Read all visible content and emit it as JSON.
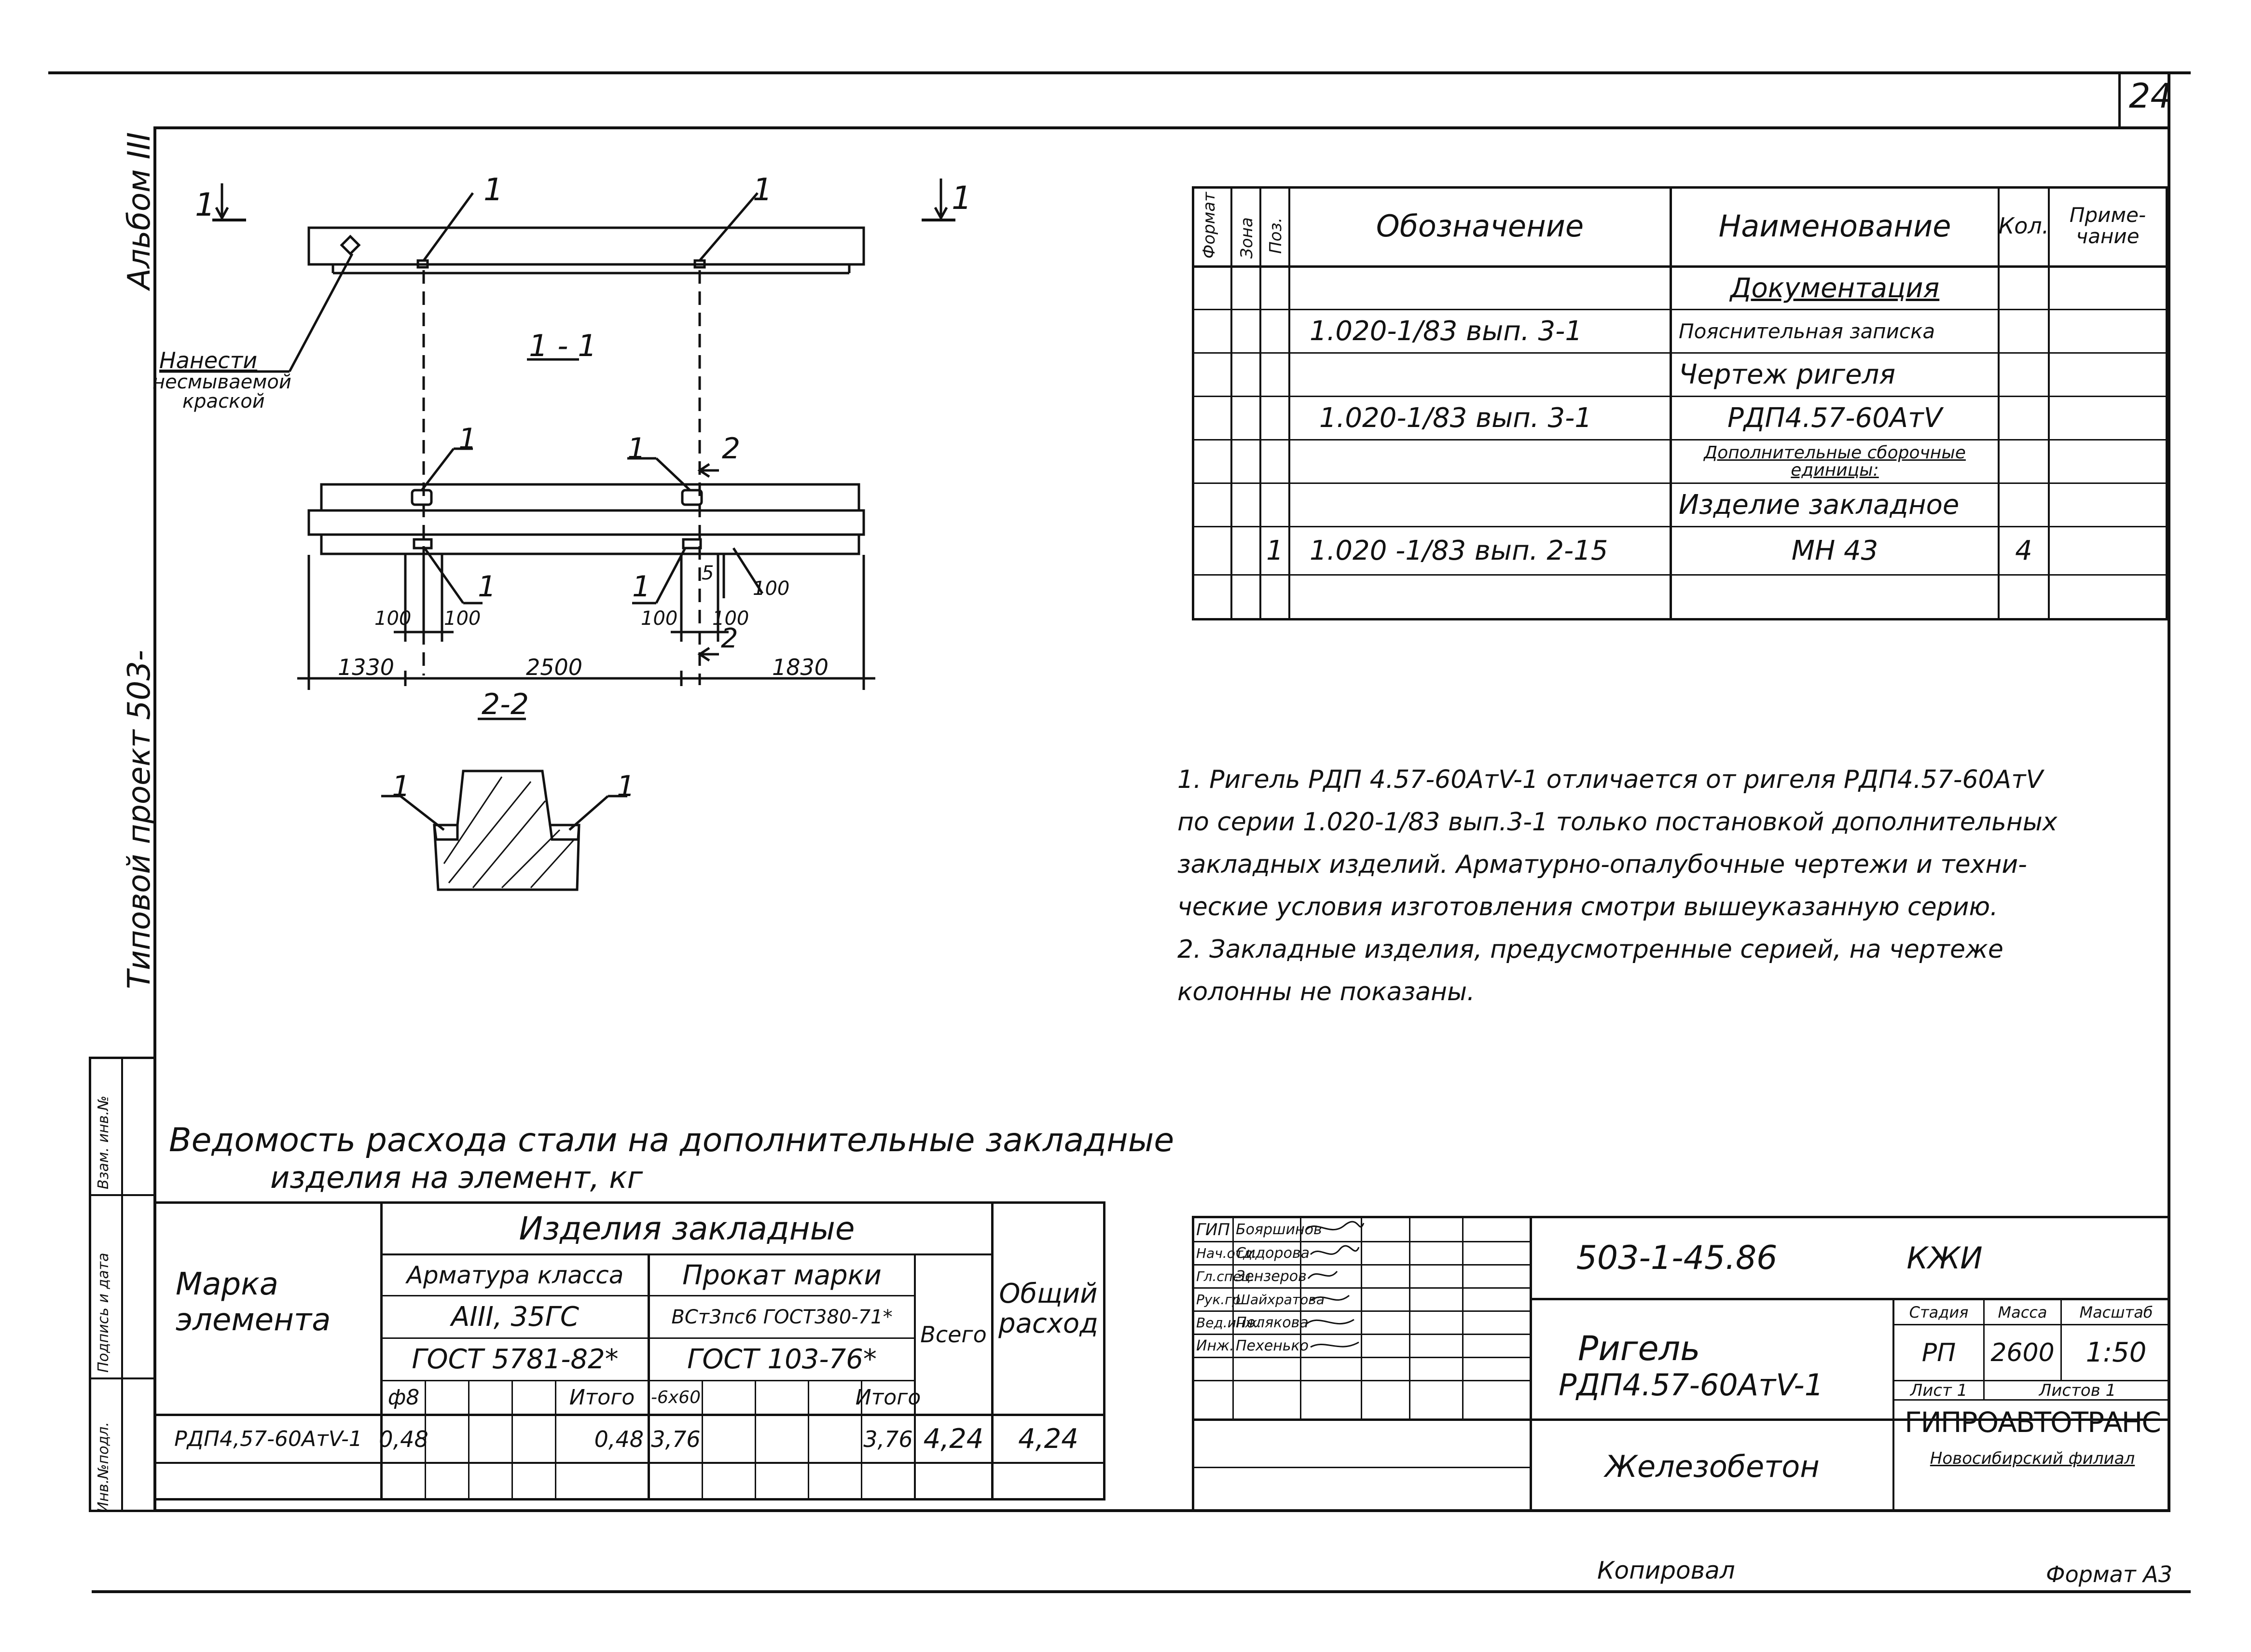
{
  "page_number": "24",
  "side_labels": {
    "album": "Альбом III",
    "typical_project": "Типовой проект 503-"
  },
  "stamp_side": [
    "Инв.№подл.",
    "Подпись и дата",
    "Взам. инв.№"
  ],
  "drawing": {
    "section_1_1_title": "1 - 1",
    "section_2_2_title": "2-2",
    "cut_mark_1": "1",
    "cut_mark_2": "2",
    "callout": "1",
    "note_paint": [
      "Нанести",
      "несмываемой",
      "краской"
    ],
    "dims": {
      "d100": "100",
      "d1330": "1330",
      "d2500": "2500",
      "d1830": "1830",
      "d5": "5"
    }
  },
  "spec_table": {
    "headers": {
      "format": "Формат",
      "zone": "Зона",
      "pos": "Поз.",
      "designation": "Обозначение",
      "name": "Наименование",
      "qty": "Кол.",
      "note": "Приме- чание"
    },
    "rows": [
      {
        "pos": "",
        "designation": "",
        "name": "Документация",
        "qty": ""
      },
      {
        "pos": "",
        "designation": "1.020-1/83     вып. 3-1",
        "name": "Пояснительная записка",
        "qty": ""
      },
      {
        "pos": "",
        "designation": "",
        "name": "Чертеж    ригеля",
        "qty": ""
      },
      {
        "pos": "",
        "designation": "1.020-1/83     вып. 3-1",
        "name": "РДП4.57-60АтV",
        "qty": ""
      },
      {
        "pos": "",
        "designation": "",
        "name": "Дополнительные сборочные единицы:",
        "qty": ""
      },
      {
        "pos": "",
        "designation": "",
        "name": "Изделие   закладное",
        "qty": ""
      },
      {
        "pos": "1",
        "designation": "1.020 -1/83     вып. 2-15",
        "name": "МН 43",
        "qty": "4"
      },
      {
        "pos": "",
        "designation": "",
        "name": "",
        "qty": ""
      }
    ]
  },
  "notes": [
    "1. Ригель РДП 4.57-60АтV-1   отличается от ригеля РДП4.57-60АтV",
    "по серии 1.020-1/83 вып.3-1 только постановкой дополнительных",
    "закладных изделий. Арматурно-опалубочные чертежи и техни-",
    "ческие условия изготовления смотри вышеуказанную серию.",
    "2. Закладные изделия, предусмотренные серией, на чертеже",
    "колонны не показаны."
  ],
  "steel_table": {
    "title_line1": "Ведомость расхода стали на дополнительные закладные",
    "title_line2": "изделия  на  элемент, кг",
    "mark_header": "Марка элемента",
    "embedded_header": "Изделия   закладные",
    "rebar_header": "Арматура класса",
    "rebar_class": "АIII, 35ГС",
    "rebar_gost": "ГОСТ 5781-82*",
    "rolled_header": "Прокат марки",
    "rolled_grade": "ВСт3пс6 ГОСТ380-71*",
    "rolled_gost": "ГОСТ 103-76*",
    "total_header": "Всего",
    "overall_header": "Общий расход",
    "phi8": "ф8",
    "itogo": "Итого",
    "b6x60": "-6х60",
    "row": {
      "mark": "РДП4,57-60АтV-1",
      "phi8": "0,48",
      "itogo1": "0,48",
      "b6x60": "3,76",
      "itogo2": "3,76",
      "total": "4,24",
      "overall": "4,24"
    }
  },
  "title_block": {
    "doc_code": "503-1-45.86",
    "kzhi": "КЖИ",
    "people": [
      {
        "role": "ГИП",
        "name": "Бояршинов"
      },
      {
        "role": "Нач.отд.",
        "name": "Сидорова"
      },
      {
        "role": "Гл.спец.",
        "name": "Зензеров"
      },
      {
        "role": "Рук.гр.",
        "name": "Шайхратова"
      },
      {
        "role": "Вед.инж.",
        "name": "Полякова"
      },
      {
        "role": "Инж.",
        "name": "Пехенько"
      }
    ],
    "item_name_1": "Ригель",
    "item_name_2": "РДП4.57-60АтV-1",
    "stage_header": "Стадия",
    "mass_header": "Масса",
    "scale_header": "Масштаб",
    "stage": "РП",
    "mass": "2600",
    "scale": "1:50",
    "sheet": "Лист 1",
    "sheets": "Листов 1",
    "material": "Железобетон",
    "org": "ГИПРОАВТОТРАНС",
    "branch": "Новосибирский филиал"
  },
  "footer": {
    "copied": "Копировал",
    "format": "Формат А3"
  }
}
